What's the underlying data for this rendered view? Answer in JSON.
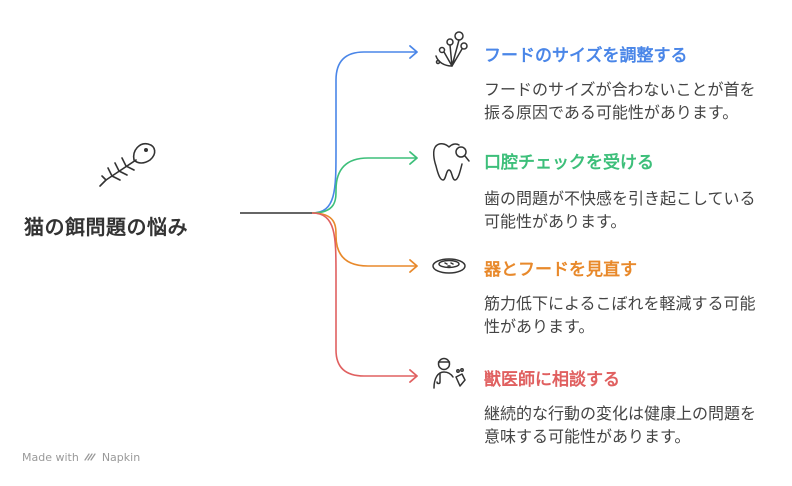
{
  "root": {
    "title": "猫の餌問題の悩み",
    "icon": "fish-bone-icon"
  },
  "branches": [
    {
      "title": "フードのサイズを調整する",
      "description": "フードのサイズが合わないことが首を振る原因である可能性があります。",
      "color": "#4a86e8",
      "icon": "kibble-sizes-icon"
    },
    {
      "title": "口腔チェックを受ける",
      "description": "歯の問題が不快感を引き起こしている可能性があります。",
      "color": "#3dbf7a",
      "icon": "tooth-search-icon"
    },
    {
      "title": "器とフードを見直す",
      "description": "筋力低下によるこぼれを軽減する可能性があります。",
      "color": "#e8892b",
      "icon": "food-bowl-icon"
    },
    {
      "title": "獣医師に相談する",
      "description": "継続的な行動の変化は健康上の問題を意味する可能性があります。",
      "color": "#e06060",
      "icon": "veterinarian-icon"
    }
  ],
  "footer": {
    "made_with": "Made with",
    "brand": "Napkin"
  }
}
